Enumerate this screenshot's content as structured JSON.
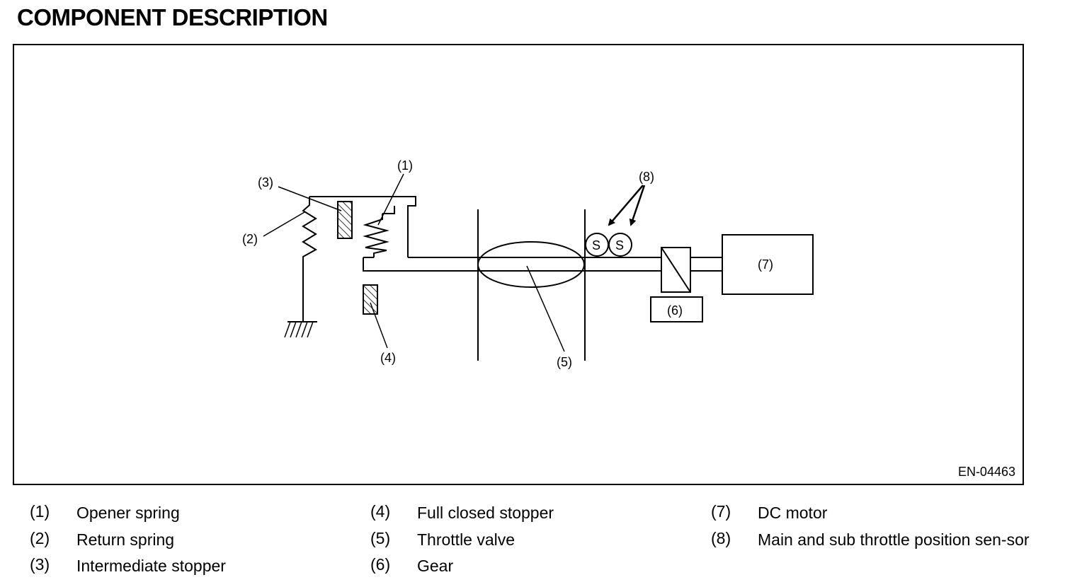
{
  "page_title": "COMPONENT DESCRIPTION",
  "figure_id": "EN-04463",
  "diagram": {
    "callouts": [
      "(1)",
      "(2)",
      "(3)",
      "(4)",
      "(5)",
      "(6)",
      "(7)",
      "(8)"
    ],
    "sensor_letter": "S"
  },
  "legend": [
    {
      "num": "(1)",
      "label": "Opener spring"
    },
    {
      "num": "(2)",
      "label": "Return spring"
    },
    {
      "num": "(3)",
      "label": "Intermediate stopper"
    },
    {
      "num": "(4)",
      "label": "Full closed stopper"
    },
    {
      "num": "(5)",
      "label": "Throttle valve"
    },
    {
      "num": "(6)",
      "label": "Gear"
    },
    {
      "num": "(7)",
      "label": "DC motor"
    },
    {
      "num": "(8)",
      "label": "Main and sub throttle position sen-sor"
    }
  ]
}
